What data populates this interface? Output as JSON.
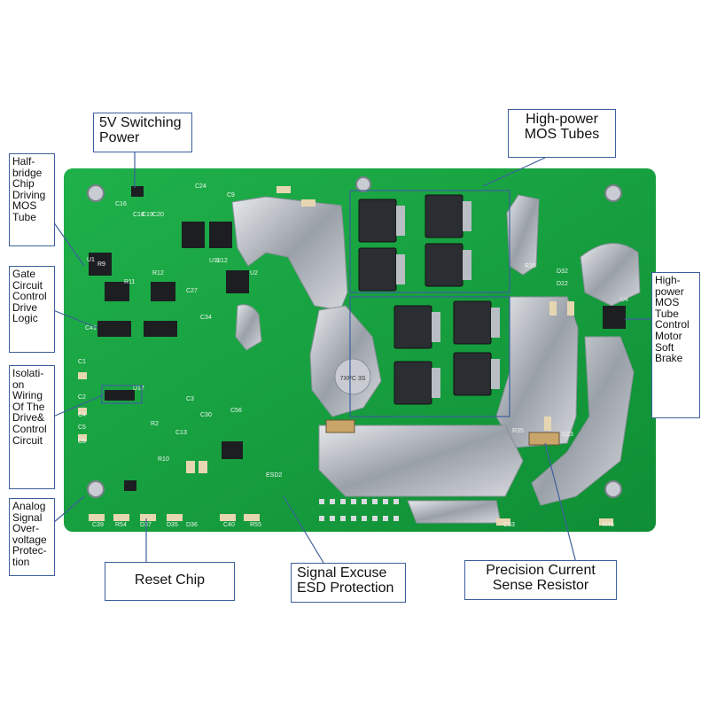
{
  "diagram": {
    "board_color": "#16a34a",
    "callout_border_color": "#3d5f9c",
    "labels": {
      "switching_power": "5V Switching\nPower",
      "mos_tubes": "High-power\nMOS Tubes",
      "half_bridge": "Half-\nbridge\nChip\nDriving\nMOS\nTube",
      "gate_circuit": "Gate\nCircuit\nControl\nDrive\nLogic",
      "isolation": "Isolati-\non\nWiring\nOf The\nDrive&\nControl\nCircuit",
      "analog_signal": "Analog\nSignal\nOver-\nvoltage\nProtec-\ntion",
      "mos_control": "High-\npower\nMOS\nTube\nControl\nMotor\nSoft\nBrake",
      "reset_chip": "Reset Chip",
      "esd_protection": "Signal Excuse\nESD Protection",
      "current_sense": "Precision Current\nSense Resistor"
    },
    "component_codes": [
      "C16",
      "C18",
      "C19",
      "C20",
      "R9",
      "U1",
      "C27",
      "U11",
      "U12",
      "R11",
      "R12",
      "C24",
      "U2",
      "C1",
      "C2",
      "C4",
      "C5",
      "C6",
      "D17",
      "C56",
      "C39",
      "R54",
      "D37",
      "D35",
      "D36",
      "C40",
      "R55",
      "ESD2",
      "C13",
      "R10",
      "R2",
      "C3",
      "C30",
      "U4",
      "D32",
      "D22",
      "R35",
      "D23",
      "R46",
      "C33",
      "C9",
      "C34",
      "C41",
      "R35"
    ],
    "chip_marking": "7XPC 3S"
  }
}
